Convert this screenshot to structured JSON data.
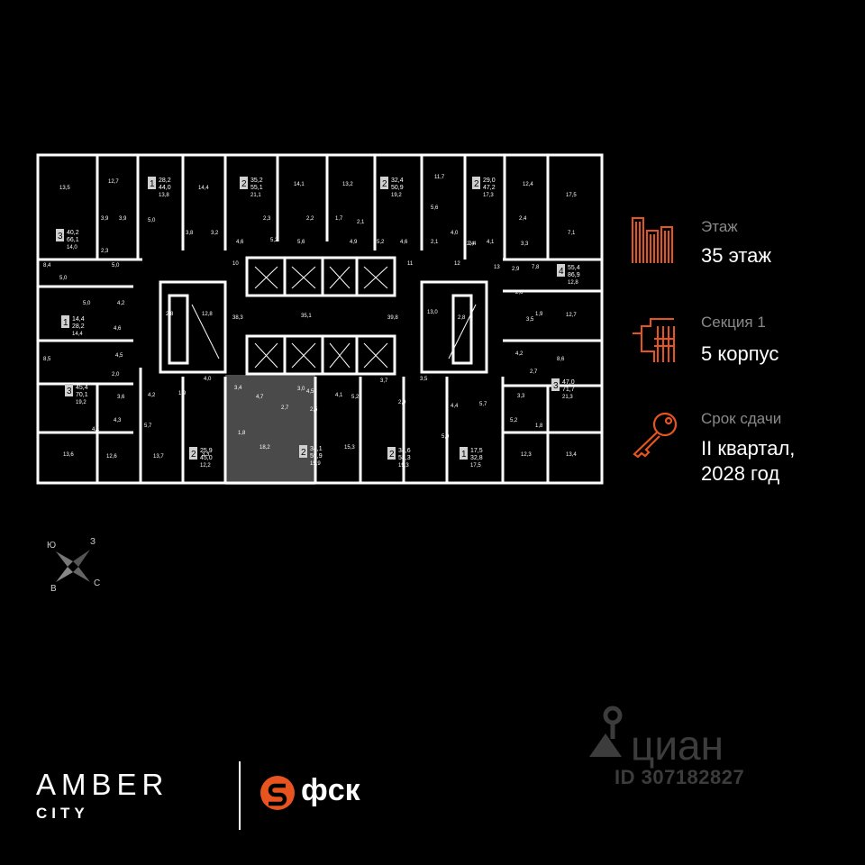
{
  "colors": {
    "accent": "#e8541f",
    "wall": "#ffffff",
    "background": "#000000",
    "highlight": "#4a4a4a",
    "watermark": "#3c3c3c"
  },
  "info": {
    "floor": {
      "icon": "building-icon",
      "label": "Этаж",
      "value": "35 этаж"
    },
    "section": {
      "icon": "stairs-icon",
      "label": "Секция 1",
      "value": "5 корпус"
    },
    "deadline": {
      "icon": "key-icon",
      "label": "Срок сдачи",
      "line1": "II квартал,",
      "line2": "2028 год"
    }
  },
  "compass": {
    "icon": "compass-icon",
    "n": "З",
    "s": "В",
    "w": "Ю",
    "e": "С"
  },
  "brand": {
    "amber": "AMBER",
    "city": "CITY",
    "partner": "фск",
    "partner_icon": "fsk-logo-icon"
  },
  "watermark": {
    "icon": "location-pin-icon",
    "text": "циан",
    "id": "ID 307182827"
  },
  "plan": {
    "apartments": [
      {
        "rooms": "3",
        "living": "40,2",
        "total": "66,1",
        "kitchen": "14,0"
      },
      {
        "rooms": "1",
        "living": "28,2",
        "total": "44,0",
        "kitchen": "13,8"
      },
      {
        "rooms": "2",
        "living": "35,2",
        "total": "55,1",
        "kitchen": "21,1"
      },
      {
        "rooms": "2",
        "living": "32,4",
        "total": "50,9",
        "kitchen": "19,2"
      },
      {
        "rooms": "2",
        "living": "29,0",
        "total": "47,2",
        "kitchen": "17,3"
      },
      {
        "rooms": "4",
        "living": "55,4",
        "total": "86,9",
        "kitchen": "12,8"
      },
      {
        "rooms": "1",
        "living": "14,4",
        "total": "28,2",
        "kitchen": "14,4"
      },
      {
        "rooms": "3",
        "living": "45,4",
        "total": "70,1",
        "kitchen": "19,2"
      },
      {
        "rooms": "3",
        "living": "47,0",
        "total": "71,7",
        "kitchen": "21,3"
      },
      {
        "rooms": "2",
        "living": "25,9",
        "total": "45,0",
        "kitchen": "12,2"
      },
      {
        "rooms": "2",
        "living": "34,1",
        "total": "59,9",
        "kitchen": "15,9"
      },
      {
        "rooms": "2",
        "living": "34,6",
        "total": "58,3",
        "kitchen": "19,3"
      },
      {
        "rooms": "1",
        "living": "17,5",
        "total": "32,8",
        "kitchen": "17,5"
      }
    ],
    "rooms": [
      "13,5",
      "12,7",
      "14,4",
      "14,1",
      "13,2",
      "11,7",
      "12,4",
      "17,5",
      "3,9",
      "3,9",
      "5,0",
      "5,0",
      "3,8",
      "3,2",
      "2,3",
      "2,2",
      "1,7",
      "2,1",
      "5,6",
      "4,0",
      "2,4",
      "4,6",
      "5,2",
      "5,6",
      "4,9",
      "5,2",
      "4,6",
      "2,1",
      "2,4",
      "4,1",
      "3,3",
      "7,1",
      "2,4",
      "2,3",
      "8,4",
      "5,0",
      "10",
      "11",
      "12",
      "13",
      "2,9",
      "7,8",
      "5,0",
      "4,2",
      "2,8",
      "12,8",
      "38,3",
      "35,1",
      "39,8",
      "13,0",
      "2,8",
      "2,6",
      "1,9",
      "3,5",
      "12,7",
      "4,6",
      "8,5",
      "4,5",
      "4,2",
      "8,6",
      "2,0",
      "2,7",
      "3,4",
      "3,0",
      "4,5",
      "4,1",
      "5,2",
      "3,7",
      "3,5",
      "3,6",
      "4,2",
      "1,9",
      "4,0",
      "4,7",
      "2,7",
      "2,5",
      "2,0",
      "4,4",
      "5,7",
      "3,3",
      "4,3",
      "1,8",
      "5,0",
      "5,2",
      "4,1",
      "1,8",
      "3,3",
      "13,6",
      "12,6",
      "13,7",
      "18,2",
      "15,3",
      "12,3",
      "13,4",
      "5,7"
    ]
  }
}
